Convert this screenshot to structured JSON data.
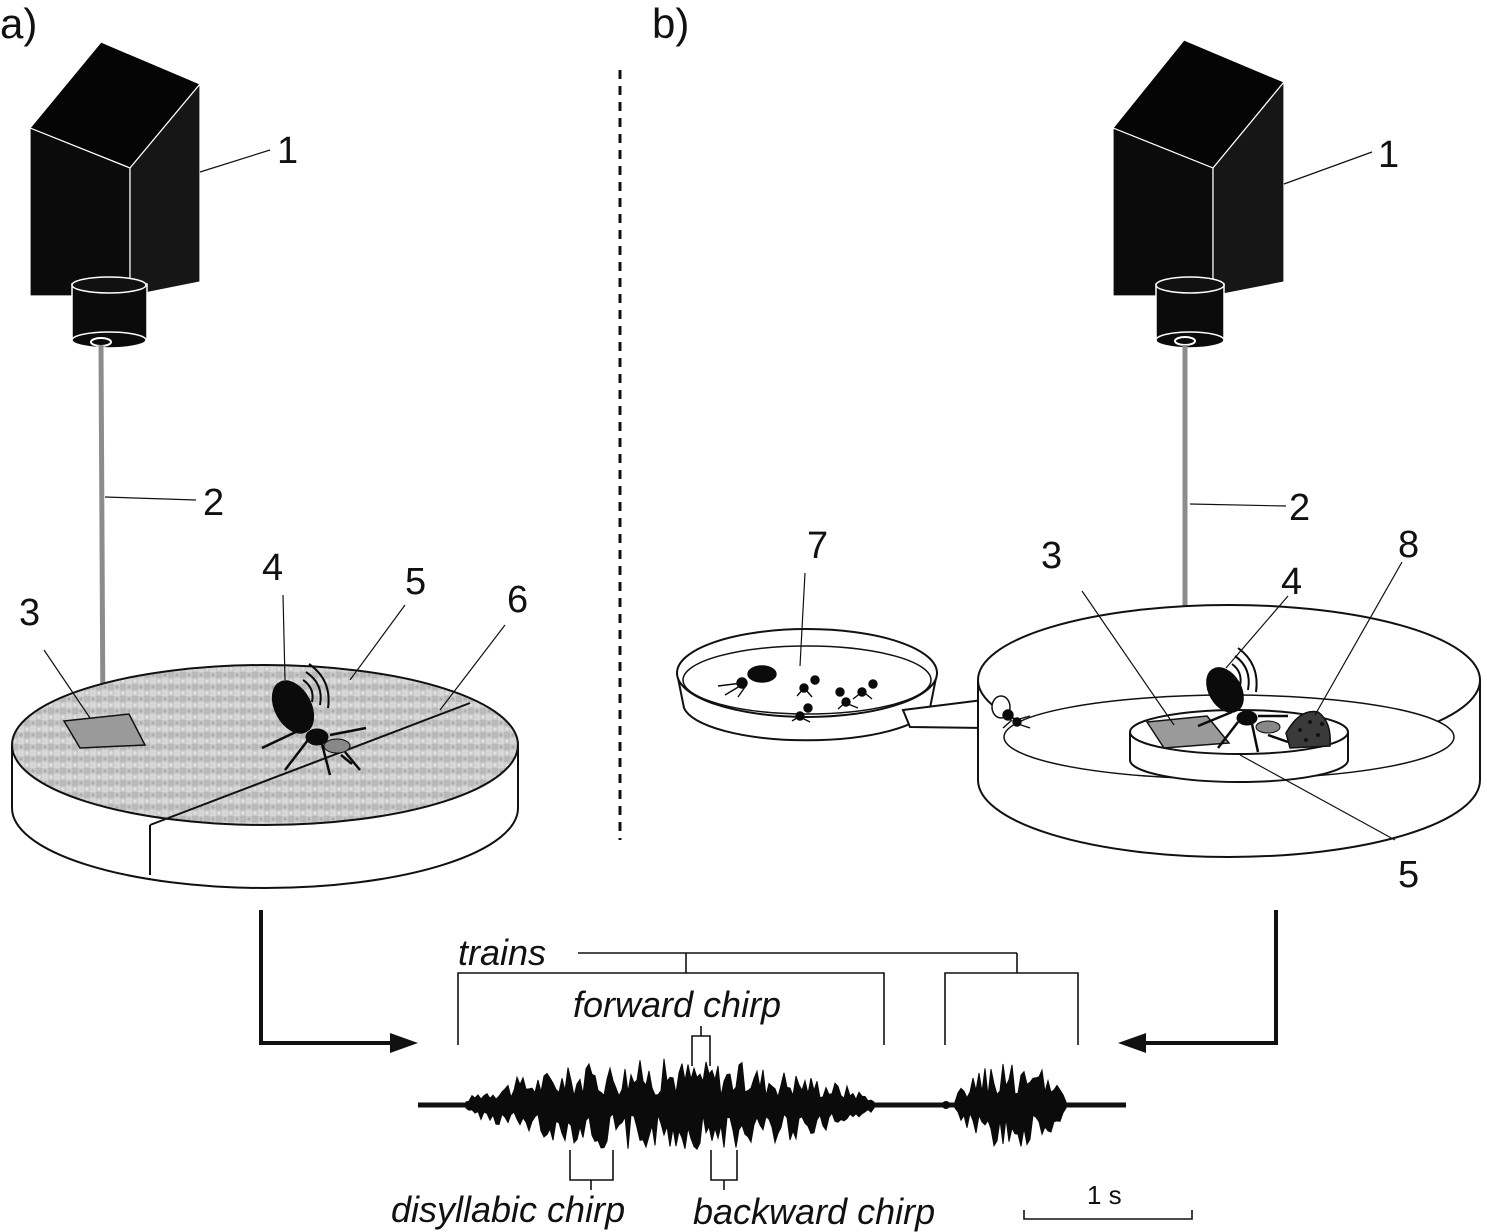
{
  "panels": {
    "a": "a)",
    "b": "b)"
  },
  "labels_a": {
    "camera": "1",
    "beam": "2",
    "target": "3",
    "ant": "4",
    "arena": "5",
    "slit": "6"
  },
  "labels_b": {
    "camera": "1",
    "beam": "2",
    "target": "3",
    "ant": "4",
    "arena": "5",
    "nest": "7",
    "object": "8"
  },
  "signal": {
    "trains": "trains",
    "forward_chirp": "forward chirp",
    "disyllabic_chirp": "disyllabic chirp",
    "backward_chirp": "backward chirp",
    "scale": "1 s"
  },
  "colors": {
    "ink": "#111111",
    "beam": "#8c8c8c",
    "target": "#9a9a9a",
    "fabric": "#c7c7c7",
    "camera": "#0b0b0b"
  }
}
